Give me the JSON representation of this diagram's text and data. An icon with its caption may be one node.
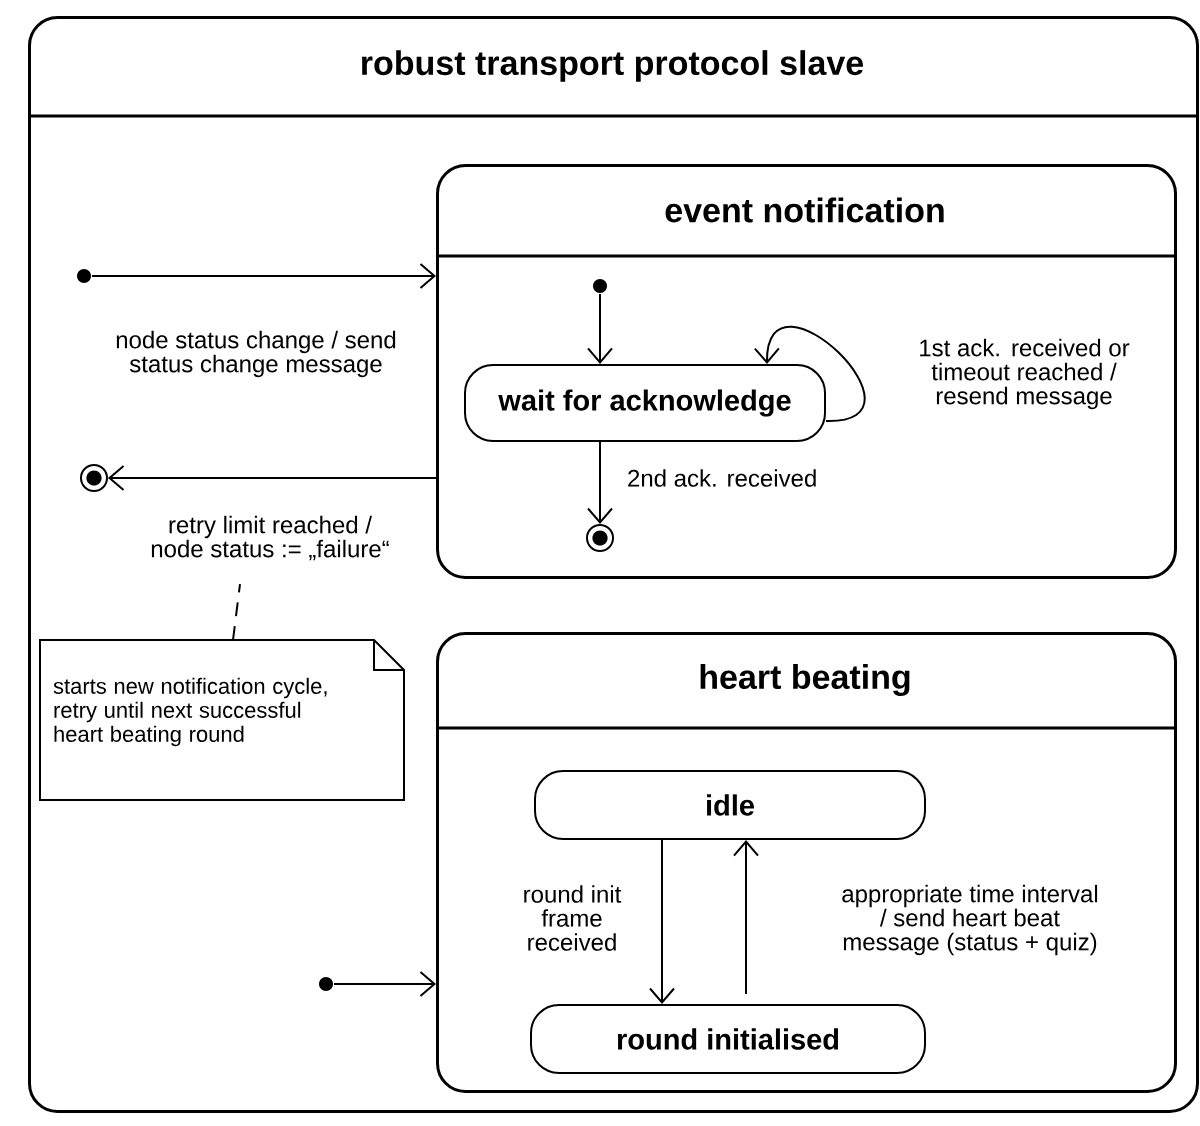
{
  "diagram": {
    "nodes": [
      {
        "text": [
          "robust transport protocol slave"
        ]
      },
      {
        "text": [],
        "shape": "circle",
        "in": 0
      },
      {
        "text": [],
        "shape": "circle",
        "in": 0
      },
      {
        "text": [
          "event notification"
        ],
        "in": 0
      },
      {
        "text": [],
        "shape": "circle",
        "in": 3
      },
      {
        "text": [
          "wait for acknowledge"
        ],
        "in": 3
      },
      {
        "text": [],
        "shape": "circle",
        "in": 3
      },
      {
        "text": [
          "starts new notification cycle, retry until next successful heart beating round"
        ],
        "in": 0
      },
      {
        "text": [
          "heart beating"
        ],
        "in": 0
      },
      {
        "text": [
          "idle"
        ],
        "in": 8
      },
      {
        "text": [
          "round initialised"
        ],
        "in": 8
      },
      {
        "text": [],
        "shape": "circle",
        "in": 0
      }
    ],
    "edges": [
      {
        "from": 1,
        "to": 3,
        "arrow": "to",
        "label": "node status change / send status change message"
      },
      {
        "from": 3,
        "to": 2,
        "arrow": "to",
        "label": "retry limit reached / node status := „failure“"
      },
      {
        "from": 4,
        "to": 5,
        "arrow": "to"
      },
      {
        "from": 5,
        "to": 5,
        "arrow": "to",
        "label": "1st ack. received or timeout reached / resend message"
      },
      {
        "from": 5,
        "to": 6,
        "arrow": "to",
        "label": "2nd ack. received"
      },
      {
        "from": 9,
        "to": 10,
        "arrow": "to",
        "label": "round init frame received"
      },
      {
        "from": 10,
        "to": 9,
        "arrow": "to",
        "label": "appropriate time interval / send heart beat message (status + quiz)"
      },
      {
        "from": 11,
        "to": 8,
        "arrow": "to"
      },
      {
        "from": 7,
        "to": null,
        "arrow": "none",
        "style": "dashed"
      }
    ]
  }
}
